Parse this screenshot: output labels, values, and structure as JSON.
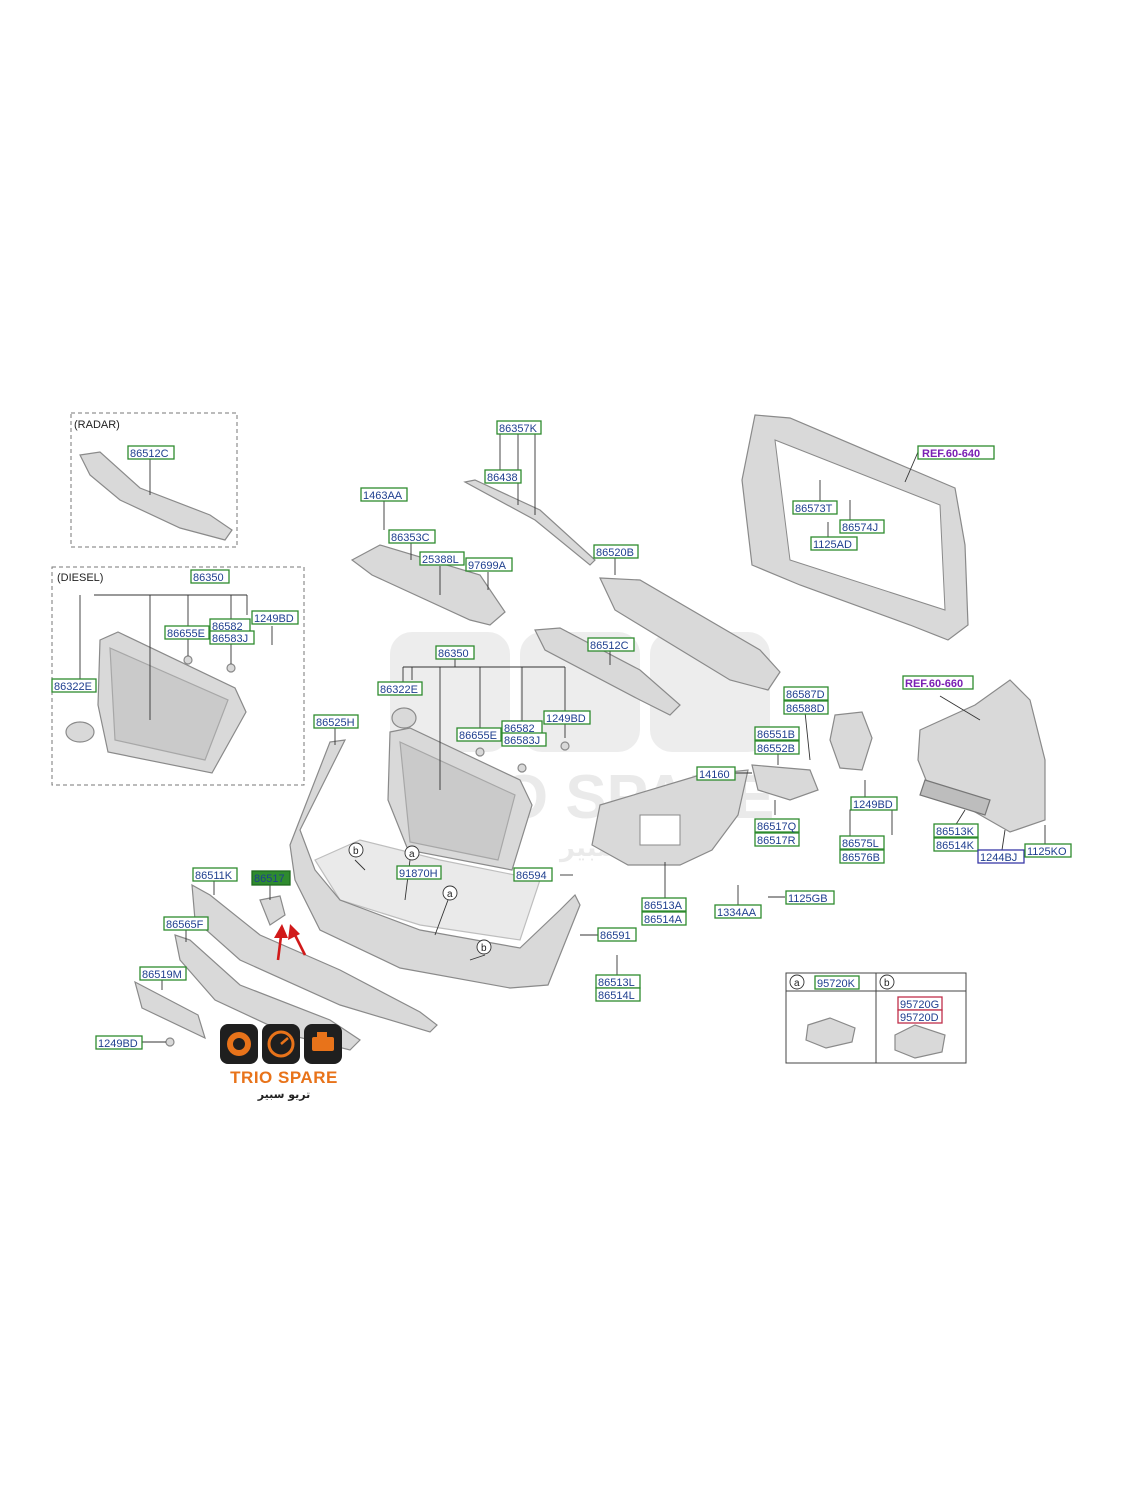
{
  "frames": {
    "radar": "(RADAR)",
    "diesel": "(DIESEL)"
  },
  "labels": {
    "radar_86512C": "86512C",
    "diesel_86350": "86350",
    "diesel_86655E": "86655E",
    "diesel_86582": "86582",
    "diesel_86583J": "86583J",
    "diesel_1249BD": "1249BD",
    "diesel_86322E": "86322E",
    "p86357K": "86357K",
    "p86438": "86438",
    "p1463AA": "1463AA",
    "p86353C": "86353C",
    "p25388L": "25388L",
    "p97699A": "97699A",
    "p86520B": "86520B",
    "pREF60640": "REF.60-640",
    "p86573T": "86573T",
    "p86574J": "86574J",
    "p1125AD": "1125AD",
    "p86512C": "86512C",
    "p86350": "86350",
    "p86322E": "86322E",
    "p86655E": "86655E",
    "p86582": "86582",
    "p86583J": "86583J",
    "p1249BD_a": "1249BD",
    "p86525H": "86525H",
    "p86587D": "86587D",
    "p86588D": "86588D",
    "p86551B": "86551B",
    "p86552B": "86552B",
    "p14160": "14160",
    "p86517Q": "86517Q",
    "p86517R": "86517R",
    "p1249BD_b": "1249BD",
    "p86575L": "86575L",
    "p86576B": "86576B",
    "pREF60660": "REF.60-660",
    "p86513K": "86513K",
    "p86514K": "86514K",
    "p1244BJ": "1244BJ",
    "p1125KO": "1125KO",
    "p86511K": "86511K",
    "p86517": "86517",
    "p91870H": "91870H",
    "p86594": "86594",
    "p86513A": "86513A",
    "p86514A": "86514A",
    "p1334AA": "1334AA",
    "p1125GB": "1125GB",
    "p86565F": "86565F",
    "p86591": "86591",
    "p86519M": "86519M",
    "p86513L": "86513L",
    "p86514L": "86514L",
    "p1249BD_c": "1249BD",
    "p95720K": "95720K",
    "p95720G": "95720G",
    "p95720D": "95720D"
  },
  "tags": {
    "a": "a",
    "b": "b"
  },
  "watermark": {
    "brand": "TRIO SPARE",
    "arabic": "تريو سبير"
  },
  "logo": {
    "brand": "TRIO SPARE",
    "arabic": "تريو سبير"
  },
  "colors": {
    "label_border": "#2e8b2e",
    "label_text": "#1f3f8f",
    "ref_text": "#7a1fb3",
    "arrow": "#d11a1a",
    "brand_orange": "#e8731a"
  }
}
